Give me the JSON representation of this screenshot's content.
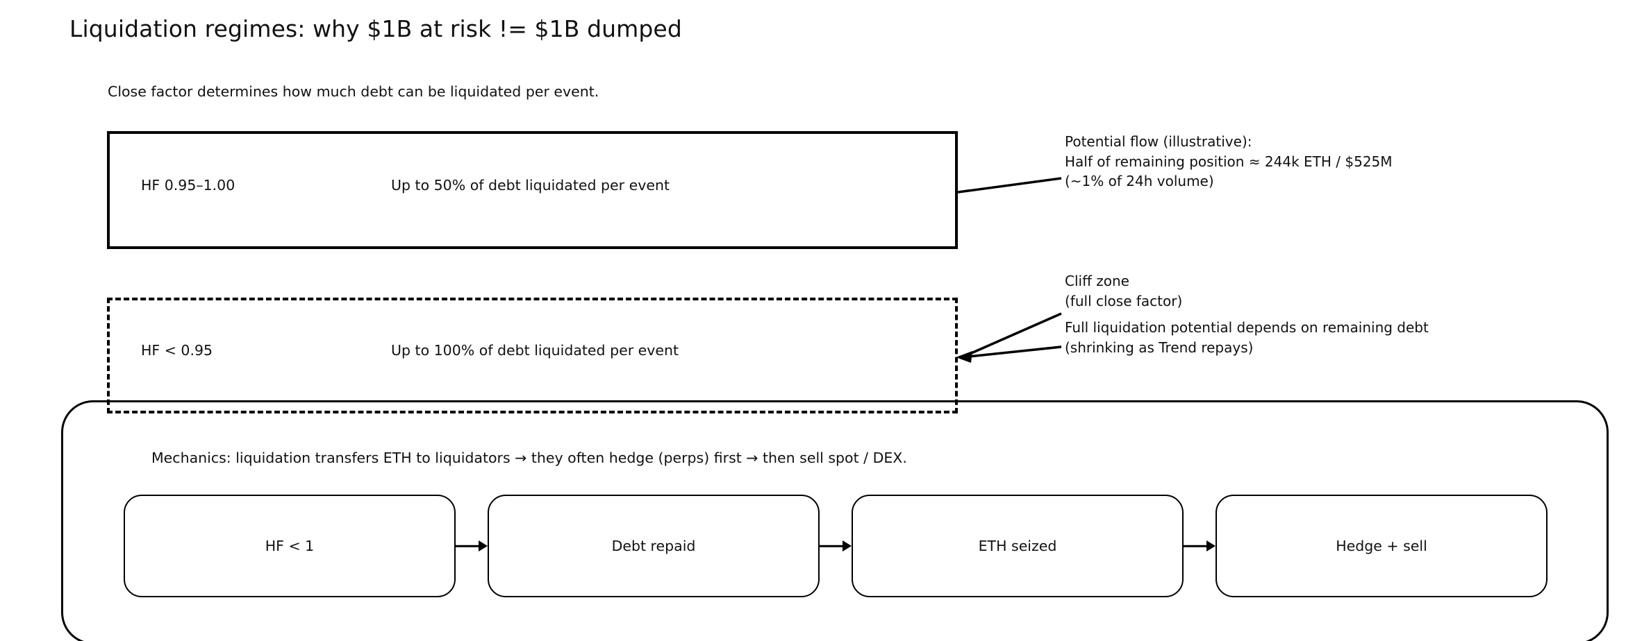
{
  "page": {
    "title": "Liquidation regimes: why $1B at risk != $1B dumped",
    "subtitle": "Close factor determines how much debt can be liquidated per event."
  },
  "regimes": [
    {
      "name": "partial-close-factor",
      "hf_label": "HF 0.95–1.00",
      "rule_label": "Up to 50% of debt liquidated per event",
      "border_style": "solid"
    },
    {
      "name": "full-close-factor",
      "hf_label": "HF < 0.95",
      "rule_label": "Up to 100% of debt liquidated per event",
      "border_style": "dashed"
    }
  ],
  "annotations": {
    "potential_flow": {
      "line1": "Potential flow (illustrative):",
      "line2": "Half of remaining position ≈ 244k ETH / $525M",
      "line3": "(~1% of 24h volume)"
    },
    "cliff_zone": {
      "line1": "Cliff zone",
      "line2": "(full close factor)"
    },
    "full_liquidation": {
      "line1": "Full liquidation potential depends on remaining debt",
      "line2": "(shrinking as Trend repays)"
    }
  },
  "mechanics": {
    "note": "Mechanics: liquidation transfers ETH to liquidators → they often hedge (perps) first → then sell spot / DEX.",
    "steps": [
      {
        "label": "HF < 1"
      },
      {
        "label": "Debt repaid"
      },
      {
        "label": "ETH seized"
      },
      {
        "label": "Hedge + sell"
      }
    ]
  },
  "style": {
    "ink": "#000000",
    "text": "#111111",
    "background": "#ffffff"
  }
}
